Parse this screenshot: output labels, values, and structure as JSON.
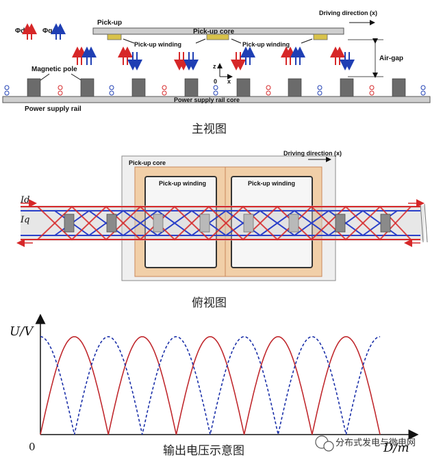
{
  "front_view": {
    "driving_direction": "Driving direction (x)",
    "pick_up": "Pick-up",
    "pick_up_core": "Pick-up core",
    "winding_left": "Pick-up winding",
    "winding_right": "Pick-up winding",
    "air_gap": "Air-gap",
    "magnetic_pole": "Magnetic pole",
    "power_supply_rail": "Power supply rail",
    "power_supply_rail_core": "Power supply rail core",
    "phi_d": "Φd",
    "phi_q": "Φq",
    "axis_z": "z",
    "axis_x": "x",
    "axis_origin": "0",
    "caption": "主视图",
    "colors": {
      "d": "#d62728",
      "q": "#1f3fb4",
      "pole": "#6b6b6b",
      "winding": "#d8c24a"
    }
  },
  "top_view": {
    "driving_direction": "Driving direction (x)",
    "pick_up_core": "Pick-up core",
    "winding_left": "Pick-up winding",
    "winding_right": "Pick-up winding",
    "current_d": "Id",
    "current_q": "Iq",
    "caption": "俯视图",
    "colors": {
      "core_fill": "#efc89e",
      "core_stroke": "#c9875a",
      "d": "#d62728",
      "q": "#2a3fc9"
    }
  },
  "chart_data": {
    "type": "line",
    "title": "输出电压示意图",
    "ylabel": "U/V",
    "xlabel": "D/m",
    "x_origin_label": "0",
    "series": [
      {
        "name": "",
        "style": "solid",
        "color": "#c0282d",
        "shape": "abs-sine",
        "phase": 0,
        "half_periods": 5
      },
      {
        "name": "",
        "style": "dashed",
        "color": "#1a2fa8",
        "shape": "abs-cosine",
        "phase": 0,
        "half_periods": 5
      }
    ],
    "ylim": [
      0,
      1.1
    ],
    "grid": false
  },
  "watermark": "分布式发电与微电网"
}
